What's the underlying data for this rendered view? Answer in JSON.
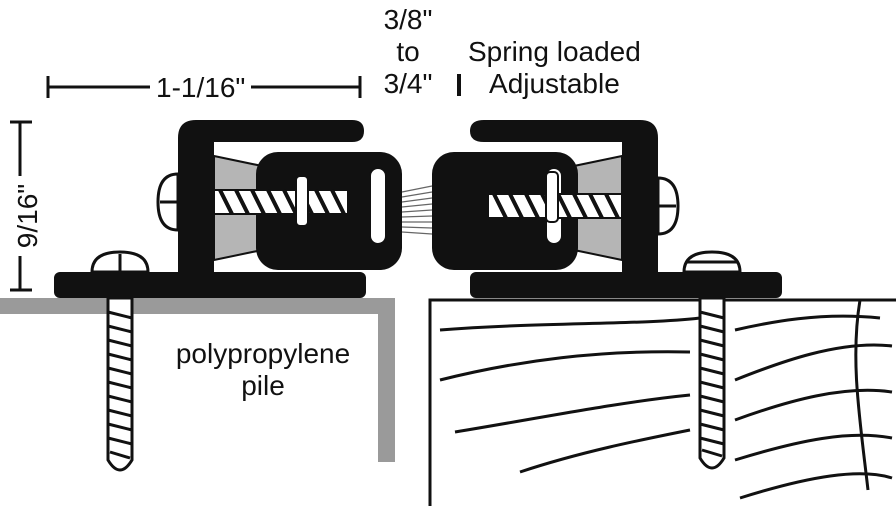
{
  "labels": {
    "overall_width": "1-1/16\"",
    "gap_line1": "3/8\"",
    "gap_line2": "to",
    "gap_line3": "3/4\"",
    "spring_line1": "Spring loaded",
    "spring_line2": "Adjustable",
    "pile_line1": "polypropylene",
    "pile_line2": "pile",
    "height": "9/16\""
  },
  "colors": {
    "ink": "#111111",
    "frame_gray": "#9a9a9a",
    "pile_gray": "#b5b5b5",
    "background": "#ffffff"
  }
}
